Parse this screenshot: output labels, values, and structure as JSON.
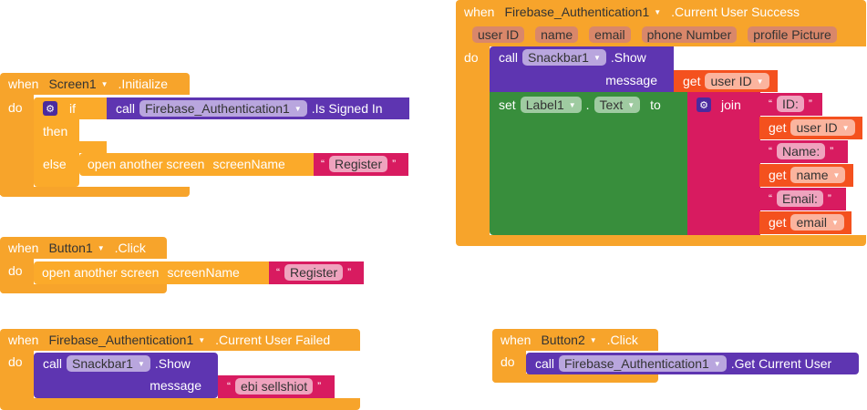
{
  "screen_init": {
    "when": "when",
    "component": "Screen1",
    "event": ".Initialize",
    "do": "do",
    "if": "if",
    "then": "then",
    "else": "else",
    "call": "call",
    "call_component": "Firebase_Authentication1",
    "method": ".Is Signed In",
    "open": "open another screen",
    "screen_name": "screenName",
    "text": "Register"
  },
  "button1": {
    "when": "when",
    "component": "Button1",
    "event": ".Click",
    "do": "do",
    "open": "open another screen",
    "screen_name": "screenName",
    "text": "Register"
  },
  "failed": {
    "when": "when",
    "component": "Firebase_Authentication1",
    "event": ".Current User Failed",
    "do": "do",
    "call": "call",
    "call_component": "Snackbar1",
    "method": ".Show",
    "message": "message",
    "text": "ebi sellshiot"
  },
  "button2": {
    "when": "when",
    "component": "Button2",
    "event": ".Click",
    "do": "do",
    "call": "call",
    "call_component": "Firebase_Authentication1",
    "method": ".Get Current User"
  },
  "success": {
    "when": "when",
    "component": "Firebase_Authentication1",
    "event": ".Current User Success",
    "params": [
      "user ID",
      "name",
      "email",
      "phone Number",
      "profile Picture"
    ],
    "do": "do",
    "call": "call",
    "call_component": "Snackbar1",
    "method": ".Show",
    "message": "message",
    "get": "get",
    "get_var": "user ID",
    "set": "set",
    "set_component": "Label1",
    "dot": ".",
    "property": "Text",
    "to": "to",
    "join": "join",
    "items": [
      {
        "type": "text",
        "value": "ID:"
      },
      {
        "type": "get",
        "value": "user ID"
      },
      {
        "type": "text",
        "value": "Name:"
      },
      {
        "type": "get",
        "value": "name"
      },
      {
        "type": "text",
        "value": "Email:"
      },
      {
        "type": "get",
        "value": "email"
      }
    ]
  },
  "colors": {
    "event": "#F7A42B",
    "procedure": "#5E35B1",
    "text": "#D81B60",
    "set": "#388E3C",
    "variable": "#F4511E"
  }
}
